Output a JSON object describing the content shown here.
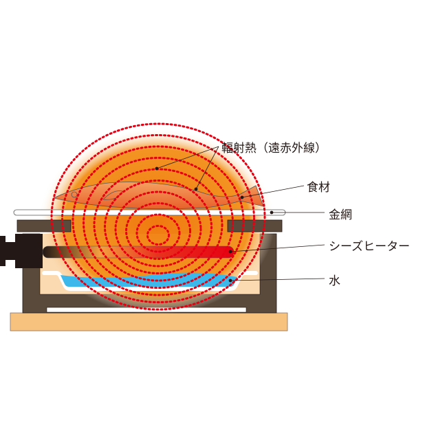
{
  "labels": {
    "radiant_heat": "輻射熱（遠赤外線）",
    "food": "食材",
    "grill_net": "金網",
    "sheathed_heater": "シーズヒーター",
    "water": "水"
  },
  "colors": {
    "glow": "#f08a1c",
    "dots": "#e60012",
    "frame": "#5a4a3c",
    "base": "#f6c27d",
    "water": "#3cb8ea",
    "heater": "#e8321e"
  }
}
